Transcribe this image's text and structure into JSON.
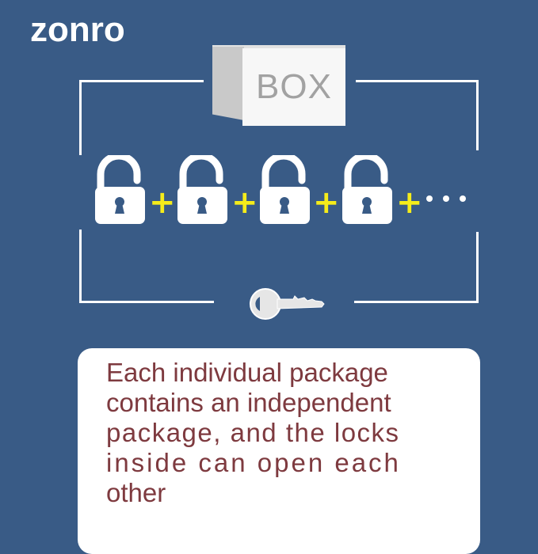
{
  "brand": {
    "name": "zonro"
  },
  "box": {
    "label": "BOX"
  },
  "locks": {
    "count": 4,
    "separator": "+",
    "continuation": "..."
  },
  "card": {
    "lines": [
      "Each individual package",
      "contains an independent",
      "package, and the locks",
      "inside can open each",
      "other"
    ]
  },
  "colors": {
    "background": "#395b86",
    "plus": "#f5ec1a",
    "text": "#7e3a3f",
    "box_label": "#a2a2a2"
  }
}
